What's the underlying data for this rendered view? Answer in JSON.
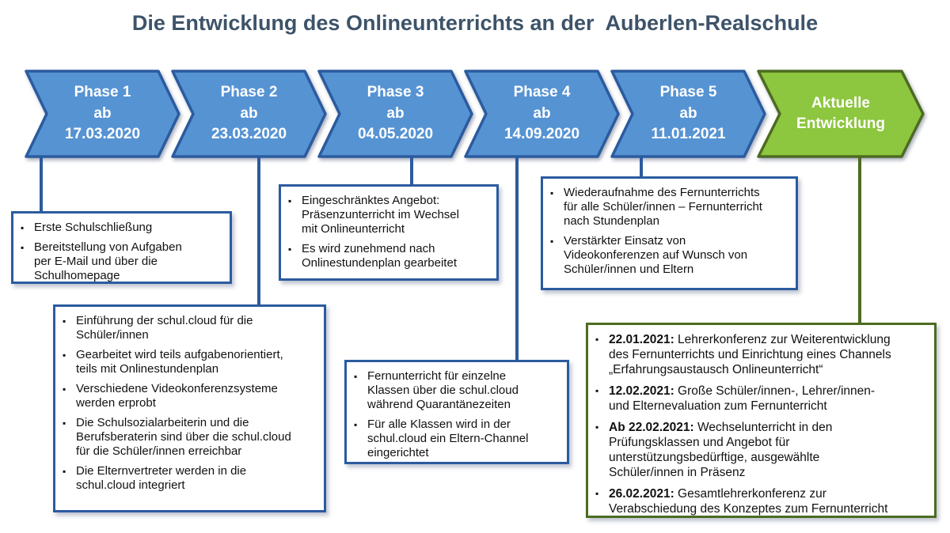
{
  "title": "Die Entwicklung des Onlineunterrichts an der  Auberlen-Realschule",
  "icons": {
    "bullet": "▪"
  },
  "colors": {
    "arrow_blue_fill": "#5693D3",
    "arrow_blue_border": "#2B5B9F",
    "arrow_green_fill": "#8DC63F",
    "arrow_green_border": "#4D6B21",
    "box_border_blue": "#2B5B9F",
    "box_border_green": "#4D6B21",
    "connector_blue": "#2B5B9F",
    "connector_green": "#4D6B21",
    "title_color": "#3D5369",
    "arrow_text": "#FFFFFF",
    "body_text": "#111111"
  },
  "phases": [
    {
      "label": "Phase 1",
      "ab": "ab",
      "date": "17.03.2020"
    },
    {
      "label": "Phase 2",
      "ab": "ab",
      "date": "23.03.2020"
    },
    {
      "label": "Phase 3",
      "ab": "ab",
      "date": "04.05.2020"
    },
    {
      "label": "Phase 4",
      "ab": "ab",
      "date": "14.09.2020"
    },
    {
      "label": "Phase 5",
      "ab": "ab",
      "date": "11.01.2021"
    }
  ],
  "current_phase": {
    "line1": "Aktuelle",
    "line2": "Entwicklung"
  },
  "callouts": {
    "phase1": {
      "items": [
        "Erste Schulschließung",
        "Bereitstellung von Aufgaben per E-Mail und über die Schulhomepage"
      ]
    },
    "phase2": {
      "items": [
        "Einführung der schul.cloud für die Schüler/innen",
        "Gearbeitet wird teils aufgabenorientiert, teils mit Onlinestundenplan",
        "Verschiedene Videokonferenzsysteme werden erprobt",
        "Die Schulsozialarbeiterin und die Berufsberaterin sind über die schul.cloud für die Schüler/innen erreichbar",
        "Die Elternvertreter werden in die schul.cloud integriert"
      ]
    },
    "phase3": {
      "items": [
        "Eingeschränktes Angebot: Präsenzunterricht im Wechsel mit Onlineunterricht",
        "Es wird zunehmend nach Onlinestundenplan gearbeitet"
      ]
    },
    "phase4": {
      "items": [
        "Fernunterricht für einzelne Klassen über die schul.cloud während Quarantänezeiten",
        "Für alle Klassen wird in der schul.cloud ein Eltern-Channel eingerichtet"
      ]
    },
    "phase5": {
      "items": [
        "Wiederaufnahme des Fernunterrichts für alle Schüler/innen – Fernunterricht nach Stundenplan",
        "Verstärkter Einsatz von Videokonferenzen auf Wunsch von Schüler/innen und Eltern"
      ]
    },
    "current": {
      "items": [
        {
          "date": "22.01.2021:",
          "text": " Lehrerkonferenz zur Weiterentwicklung des Fernunterrichts und Einrichtung eines Channels „Erfahrungsaustausch Onlineunterricht“"
        },
        {
          "date": "12.02.2021:",
          "text": " Große Schüler/innen-, Lehrer/innen- und Elternevaluation zum Fernunterricht"
        },
        {
          "date": "Ab 22.02.2021:",
          "text": " Wechselunterricht in den Prüfungsklassen und Angebot für unterstützungsbedürftige, ausgewählte Schüler/innen in Präsenz"
        },
        {
          "date": "26.02.2021:",
          "text": " Gesamtlehrerkonferenz zur Verabschiedung des Konzeptes zum Fernunterricht"
        }
      ]
    }
  }
}
